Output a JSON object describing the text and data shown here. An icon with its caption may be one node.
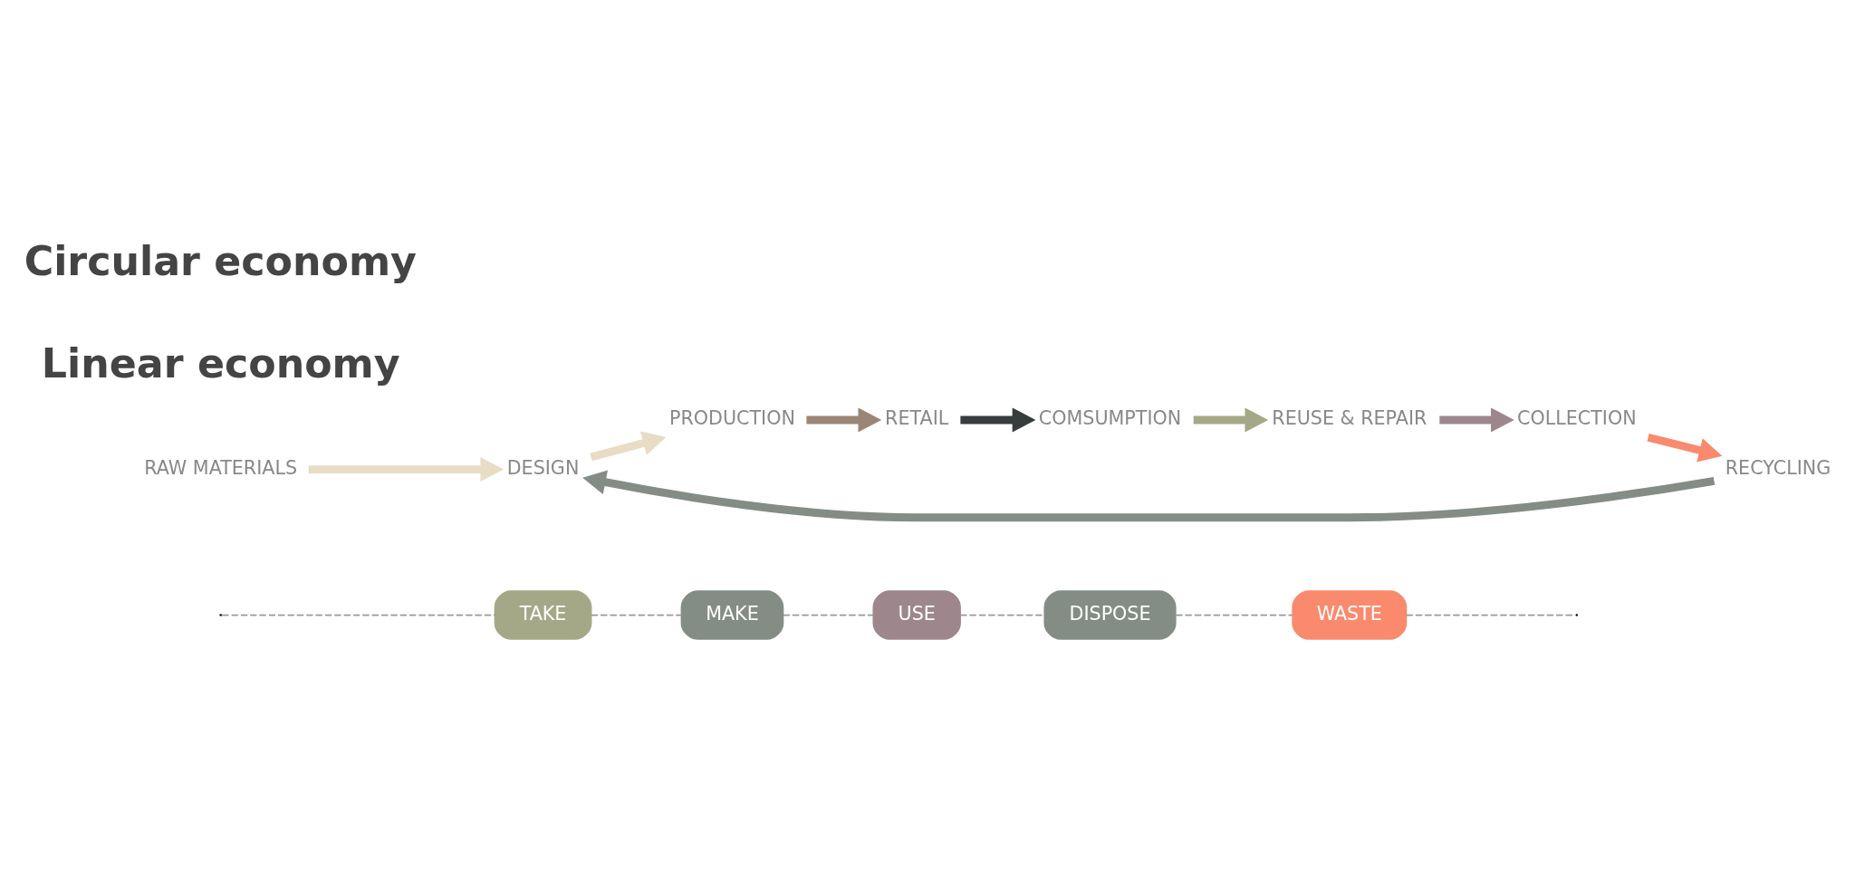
{
  "diagram": {
    "nodes": [
      {
        "text": [
          "TAKE"
        ]
      },
      {
        "text": [
          "MAKE"
        ]
      },
      {
        "text": [
          "USE"
        ]
      },
      {
        "text": [
          "DISPOSE"
        ]
      },
      {
        "text": [
          "WASTE"
        ]
      },
      {
        "text": [
          "RAW MATERIALS"
        ]
      },
      {
        "text": [
          "DESIGN"
        ]
      },
      {
        "text": [
          "PRODUCTION"
        ]
      },
      {
        "text": [
          "RETAIL"
        ]
      },
      {
        "text": [
          "COMSUMPTION"
        ]
      },
      {
        "text": [
          "REUSE & REPAIR"
        ]
      },
      {
        "text": [
          "COLLECTION"
        ]
      },
      {
        "text": [
          "RECYCLING"
        ]
      }
    ],
    "edges": [
      {
        "from": null,
        "to": 0,
        "arrow": "none",
        "style": "dashed"
      },
      {
        "from": 0,
        "to": 1,
        "arrow": "none",
        "style": "dashed"
      },
      {
        "from": 1,
        "to": 2,
        "arrow": "none",
        "style": "dashed"
      },
      {
        "from": 2,
        "to": 3,
        "arrow": "none",
        "style": "dashed"
      },
      {
        "from": 3,
        "to": 4,
        "arrow": "none",
        "style": "dashed"
      },
      {
        "from": 4,
        "to": null,
        "arrow": "none",
        "style": "dashed"
      },
      {
        "from": 5,
        "to": 6,
        "arrow": "to",
        "color": "#e8dcc4"
      },
      {
        "from": 6,
        "to": 7,
        "arrow": "to",
        "color": "#e8dcc4"
      },
      {
        "from": 7,
        "to": 8,
        "arrow": "to",
        "color": "#9b8676"
      },
      {
        "from": 8,
        "to": 9,
        "arrow": "to",
        "color": "#383c3d"
      },
      {
        "from": 9,
        "to": 10,
        "arrow": "to",
        "color": "#a5a886"
      },
      {
        "from": 10,
        "to": 11,
        "arrow": "to",
        "color": "#9d878d"
      },
      {
        "from": 11,
        "to": 12,
        "arrow": "to",
        "color": "#f98a6e"
      },
      {
        "from": 12,
        "to": 6,
        "arrow": "to",
        "color": "#838d86"
      }
    ],
    "labels": [
      "Linear economy",
      "Circular economy"
    ]
  }
}
